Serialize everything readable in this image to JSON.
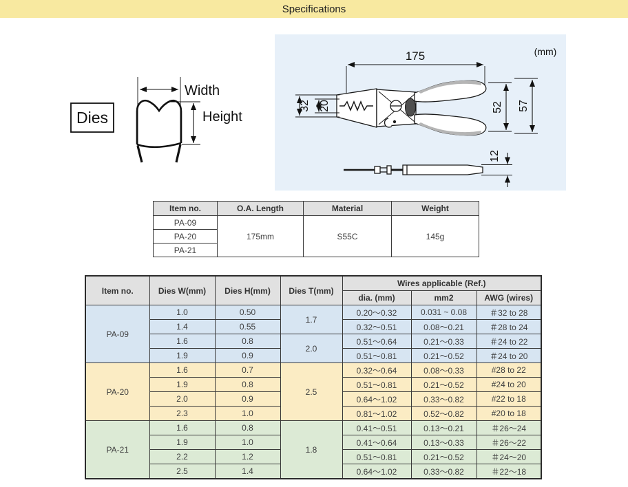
{
  "header": {
    "title": "Specifications"
  },
  "dies_diagram": {
    "label": "Dies",
    "width_label": "Width",
    "height_label": "Height"
  },
  "pliers_diagram": {
    "unit": "(mm)",
    "dim_overall_length": "175",
    "dim_jaw_outer": "32",
    "dim_jaw_inner": "20",
    "dim_handle_spread": "52",
    "dim_overall_height": "57",
    "dim_thickness": "12",
    "background_color": "#e7f0f9"
  },
  "spec_table": {
    "headers": [
      "Item no.",
      "O.A. Length",
      "Material",
      "Weight"
    ],
    "items": [
      "PA-09",
      "PA-20",
      "PA-21"
    ],
    "oa_length": "175mm",
    "material": "S55C",
    "weight": "145g"
  },
  "wires_table": {
    "headers": {
      "item": "Item no.",
      "dies_w": "Dies W(mm)",
      "dies_h": "Dies H(mm)",
      "dies_t": "Dies T(mm)",
      "wires": "Wires applicable (Ref.)",
      "dia": "dia. (mm)",
      "mm2": "mm2",
      "awg": "AWG (wires)"
    },
    "groups": [
      {
        "item": "PA-09",
        "bg": "#d7e5f2",
        "rows": [
          {
            "w": "1.0",
            "h": "0.50",
            "t": {
              "value": "1.7",
              "span": 2
            },
            "dia": "0.20～0.32",
            "mm2": "0.031 ~ 0.08",
            "awg": "＃32 to 28"
          },
          {
            "w": "1.4",
            "h": "0.55",
            "dia": "0.32～0.51",
            "mm2": "0.08～0.21",
            "awg": "＃28 to 24"
          },
          {
            "w": "1.6",
            "h": "0.8",
            "t": {
              "value": "2.0",
              "span": 2
            },
            "dia": "0.51～0.64",
            "mm2": "0.21～0.33",
            "awg": "＃24 to 22"
          },
          {
            "w": "1.9",
            "h": "0.9",
            "dia": "0.51～0.81",
            "mm2": "0.21～0.52",
            "awg": "＃24 to 20"
          }
        ]
      },
      {
        "item": "PA-20",
        "bg": "#fbecc4",
        "rows": [
          {
            "w": "1.6",
            "h": "0.7",
            "t": {
              "value": "2.5",
              "span": 4
            },
            "dia": "0.32～0.64",
            "mm2": "0.08～0.33",
            "awg": "#28 to 22"
          },
          {
            "w": "1.9",
            "h": "0.8",
            "dia": "0.51～0.81",
            "mm2": "0.21～0.52",
            "awg": "#24 to 20"
          },
          {
            "w": "2.0",
            "h": "0.9",
            "dia": "0.64～1.02",
            "mm2": "0.33～0.82",
            "awg": "#22 to 18"
          },
          {
            "w": "2.3",
            "h": "1.0",
            "dia": "0.81～1.02",
            "mm2": "0.52～0.82",
            "awg": "#20 to 18"
          }
        ]
      },
      {
        "item": "PA-21",
        "bg": "#dcead5",
        "rows": [
          {
            "w": "1.6",
            "h": "0.8",
            "t": {
              "value": "1.8",
              "span": 4
            },
            "dia": "0.41～0.51",
            "mm2": "0.13～0.21",
            "awg": "＃26～24"
          },
          {
            "w": "1.9",
            "h": "1.0",
            "dia": "0.41～0.64",
            "mm2": "0.13～0.33",
            "awg": "＃26～22"
          },
          {
            "w": "2.2",
            "h": "1.2",
            "dia": "0.51～0.81",
            "mm2": "0.21～0.52",
            "awg": "＃24～20"
          },
          {
            "w": "2.5",
            "h": "1.4",
            "dia": "0.64～1.02",
            "mm2": "0.33～0.82",
            "awg": "＃22～18"
          }
        ]
      }
    ]
  }
}
